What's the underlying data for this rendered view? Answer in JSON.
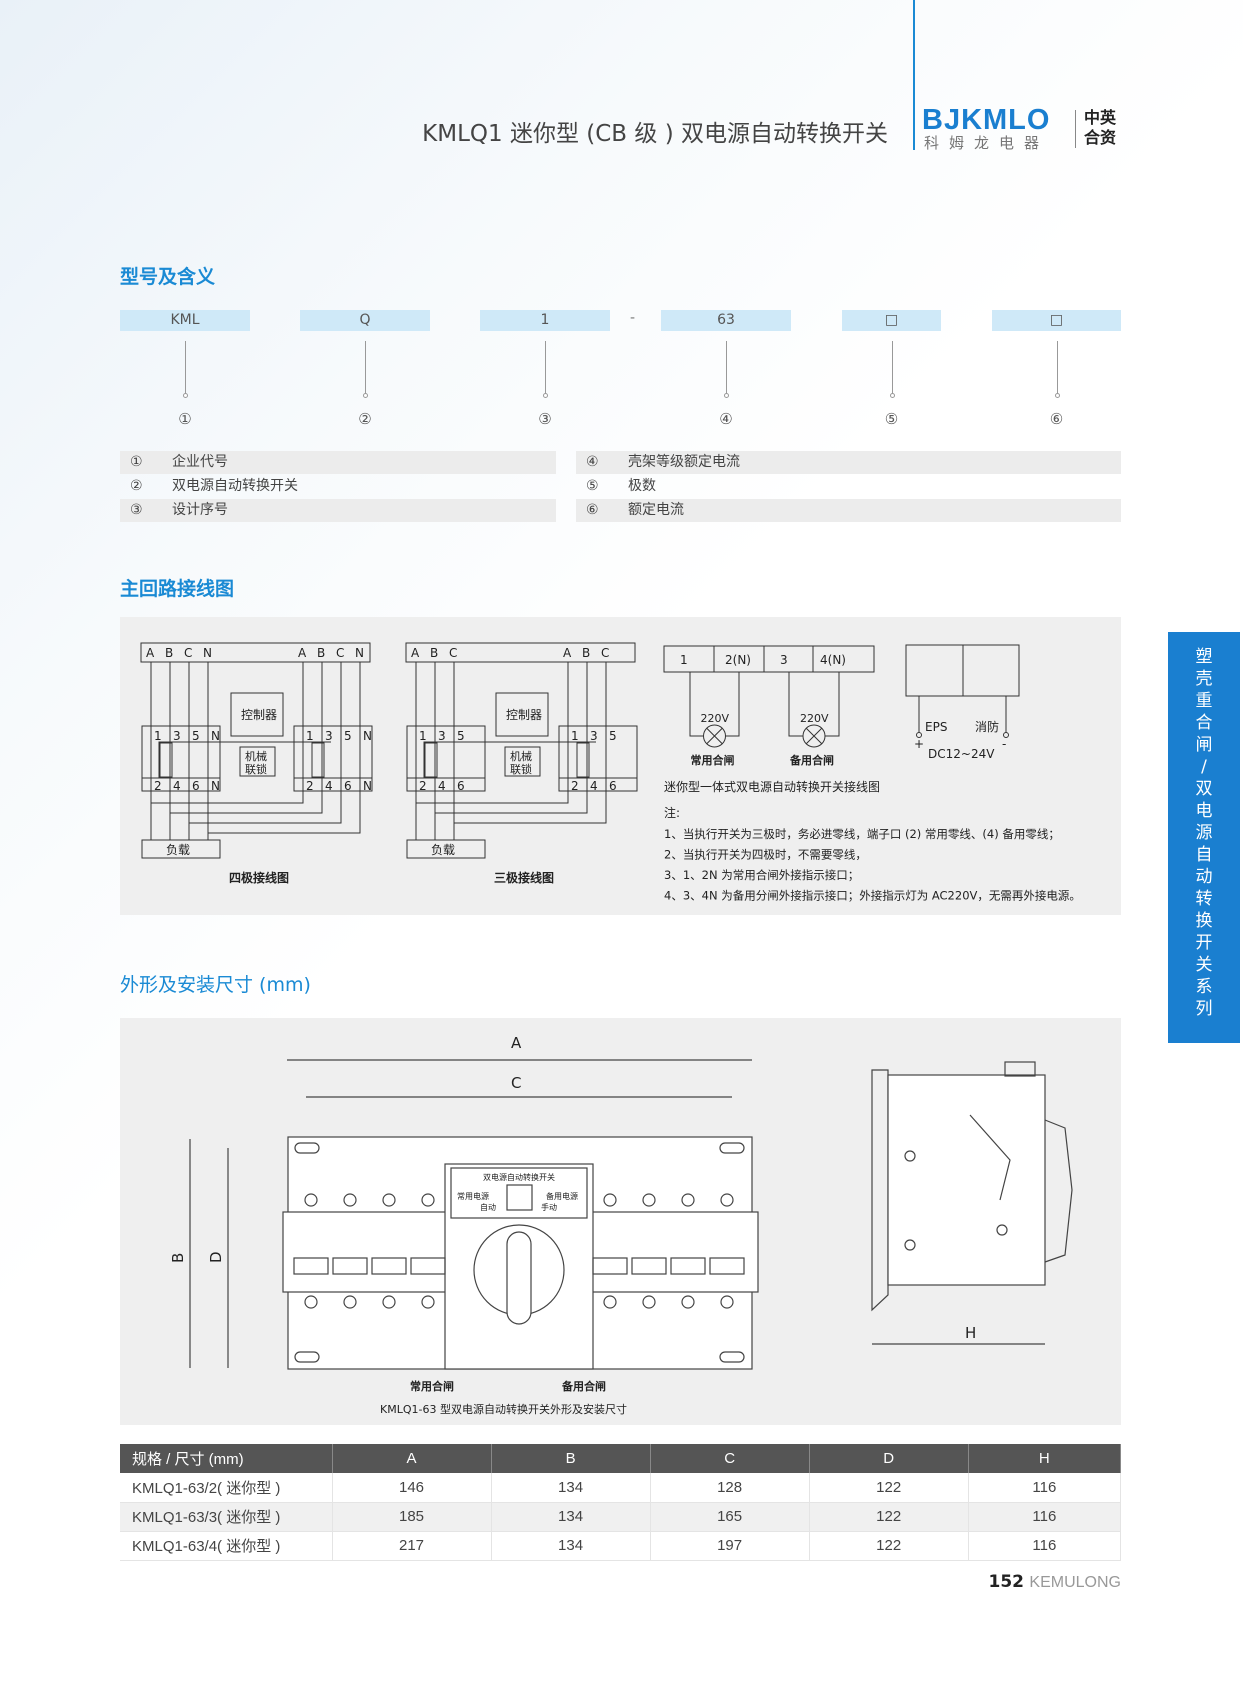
{
  "header": {
    "title": "KMLQ1 迷你型 (CB 级 ) 双电源自动转换开关",
    "logo_en": "BJKMLO",
    "logo_cn": "科姆龙电器",
    "logo_tag": "中英合资"
  },
  "section1": {
    "heading": "型号及含义",
    "codes": [
      "KML",
      "Q",
      "1",
      "-",
      "63",
      "□",
      "□"
    ],
    "nums": [
      "①",
      "②",
      "③",
      "④",
      "⑤",
      "⑥"
    ],
    "legend": [
      {
        "n": "①",
        "t": "企业代号"
      },
      {
        "n": "②",
        "t": "双电源自动转换开关"
      },
      {
        "n": "③",
        "t": "设计序号"
      },
      {
        "n": "④",
        "t": "壳架等级额定电流"
      },
      {
        "n": "⑤",
        "t": "极数"
      },
      {
        "n": "⑥",
        "t": "额定电流"
      }
    ]
  },
  "section2": {
    "heading": "主回路接线图",
    "controller": "控制器",
    "interlock1": "机械",
    "interlock2": "联锁",
    "load": "负载",
    "four_pole": {
      "caption": "四极接线图",
      "phases": [
        "A",
        "B",
        "C",
        "N"
      ],
      "top_nums": [
        "1",
        "3",
        "5",
        "N"
      ],
      "bot_nums": [
        "2",
        "4",
        "6",
        "N"
      ]
    },
    "three_pole": {
      "caption": "三极接线图",
      "phases": [
        "A",
        "B",
        "C"
      ],
      "top_nums": [
        "1",
        "3",
        "5"
      ],
      "bot_nums": [
        "2",
        "4",
        "6"
      ]
    },
    "terminals": [
      "1",
      "2(N)",
      "3",
      "4(N)"
    ],
    "lamp_voltage": "220V",
    "lamp1": "常用合闸",
    "lamp2": "备用合闸",
    "eps": "EPS",
    "fire": "消防",
    "plus": "+",
    "minus": "-",
    "dc": "DC12~24V",
    "diagram_caption": "迷你型一体式双电源自动转换开关接线图",
    "notes_title": "注:",
    "notes": [
      "1、当执行开关为三极时，务必进零线，端子口 (2) 常用零线、(4) 备用零线；",
      "2、当执行开关为四极时，不需要零线，",
      "3、1、2N 为常用合闸外接指示接口；",
      "4、3、4N 为备用分闸外接指示接口；外接指示灯为 AC220V，无需再外接电源。"
    ]
  },
  "section3": {
    "heading": "外形及安装尺寸 (mm)",
    "dimA": "A",
    "dimB": "B",
    "dimC": "C",
    "dimD": "D",
    "dimH": "H",
    "panel_title": "双电源自动转换开关",
    "src1": "常用电源",
    "src2": "备用电源",
    "auto": "自动",
    "manual": "手动",
    "label_left": "常用合闸",
    "label_right": "备用合闸",
    "caption": "KMLQ1-63 型双电源自动转换开关外形及安装尺寸"
  },
  "table": {
    "headers": [
      "规格 / 尺寸 (mm)",
      "A",
      "B",
      "C",
      "D",
      "H"
    ],
    "rows": [
      [
        "KMLQ1-63/2( 迷你型 )",
        "146",
        "134",
        "128",
        "122",
        "116"
      ],
      [
        "KMLQ1-63/3( 迷你型 )",
        "185",
        "134",
        "165",
        "122",
        "116"
      ],
      [
        "KMLQ1-63/4( 迷你型 )",
        "217",
        "134",
        "197",
        "122",
        "116"
      ]
    ]
  },
  "side_tab": [
    "塑",
    "壳",
    "重",
    "合",
    "闸",
    "/",
    "双",
    "电",
    "源",
    "自",
    "动",
    "转",
    "换",
    "开",
    "关",
    "系",
    "列"
  ],
  "footer": {
    "page": "152",
    "brand": "KEMULONG"
  },
  "colors": {
    "accent": "#1a8ad4",
    "model_box": "#cfe9f8",
    "table_header": "#555555",
    "tab": "#1a7fd0"
  }
}
